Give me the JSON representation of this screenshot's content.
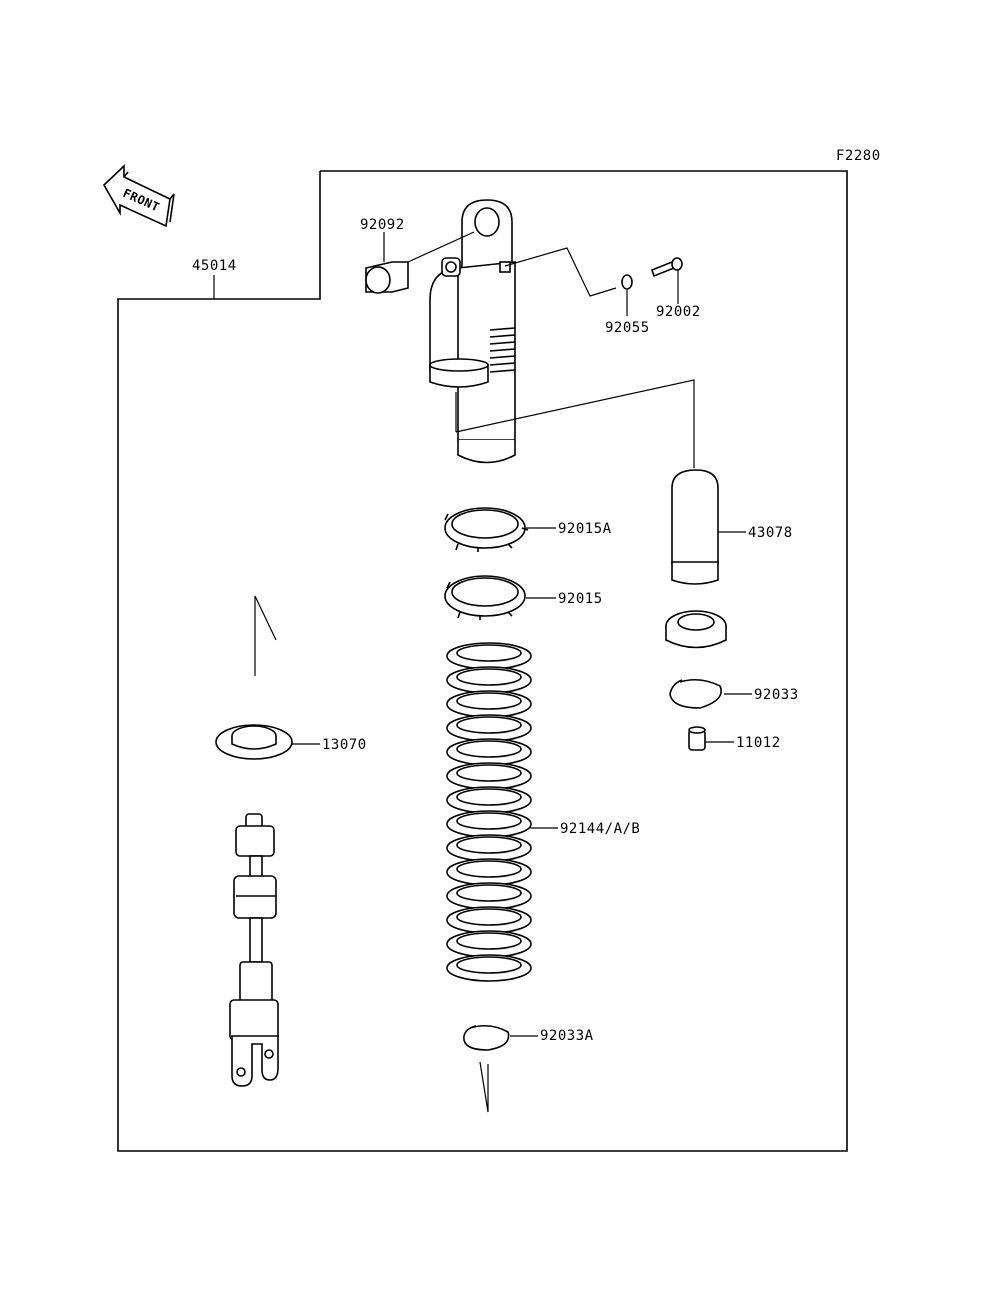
{
  "diagram_code": "F2280",
  "front_label": "FRONT",
  "parts": {
    "p45014": "45014",
    "p92092": "92092",
    "p92055": "92055",
    "p92002": "92002",
    "p92015A": "92015A",
    "p43078": "43078",
    "p92015": "92015",
    "p92033": "92033",
    "p11012": "11012",
    "p13070": "13070",
    "p92144": "92144/A/B",
    "p92033A": "92033A"
  }
}
